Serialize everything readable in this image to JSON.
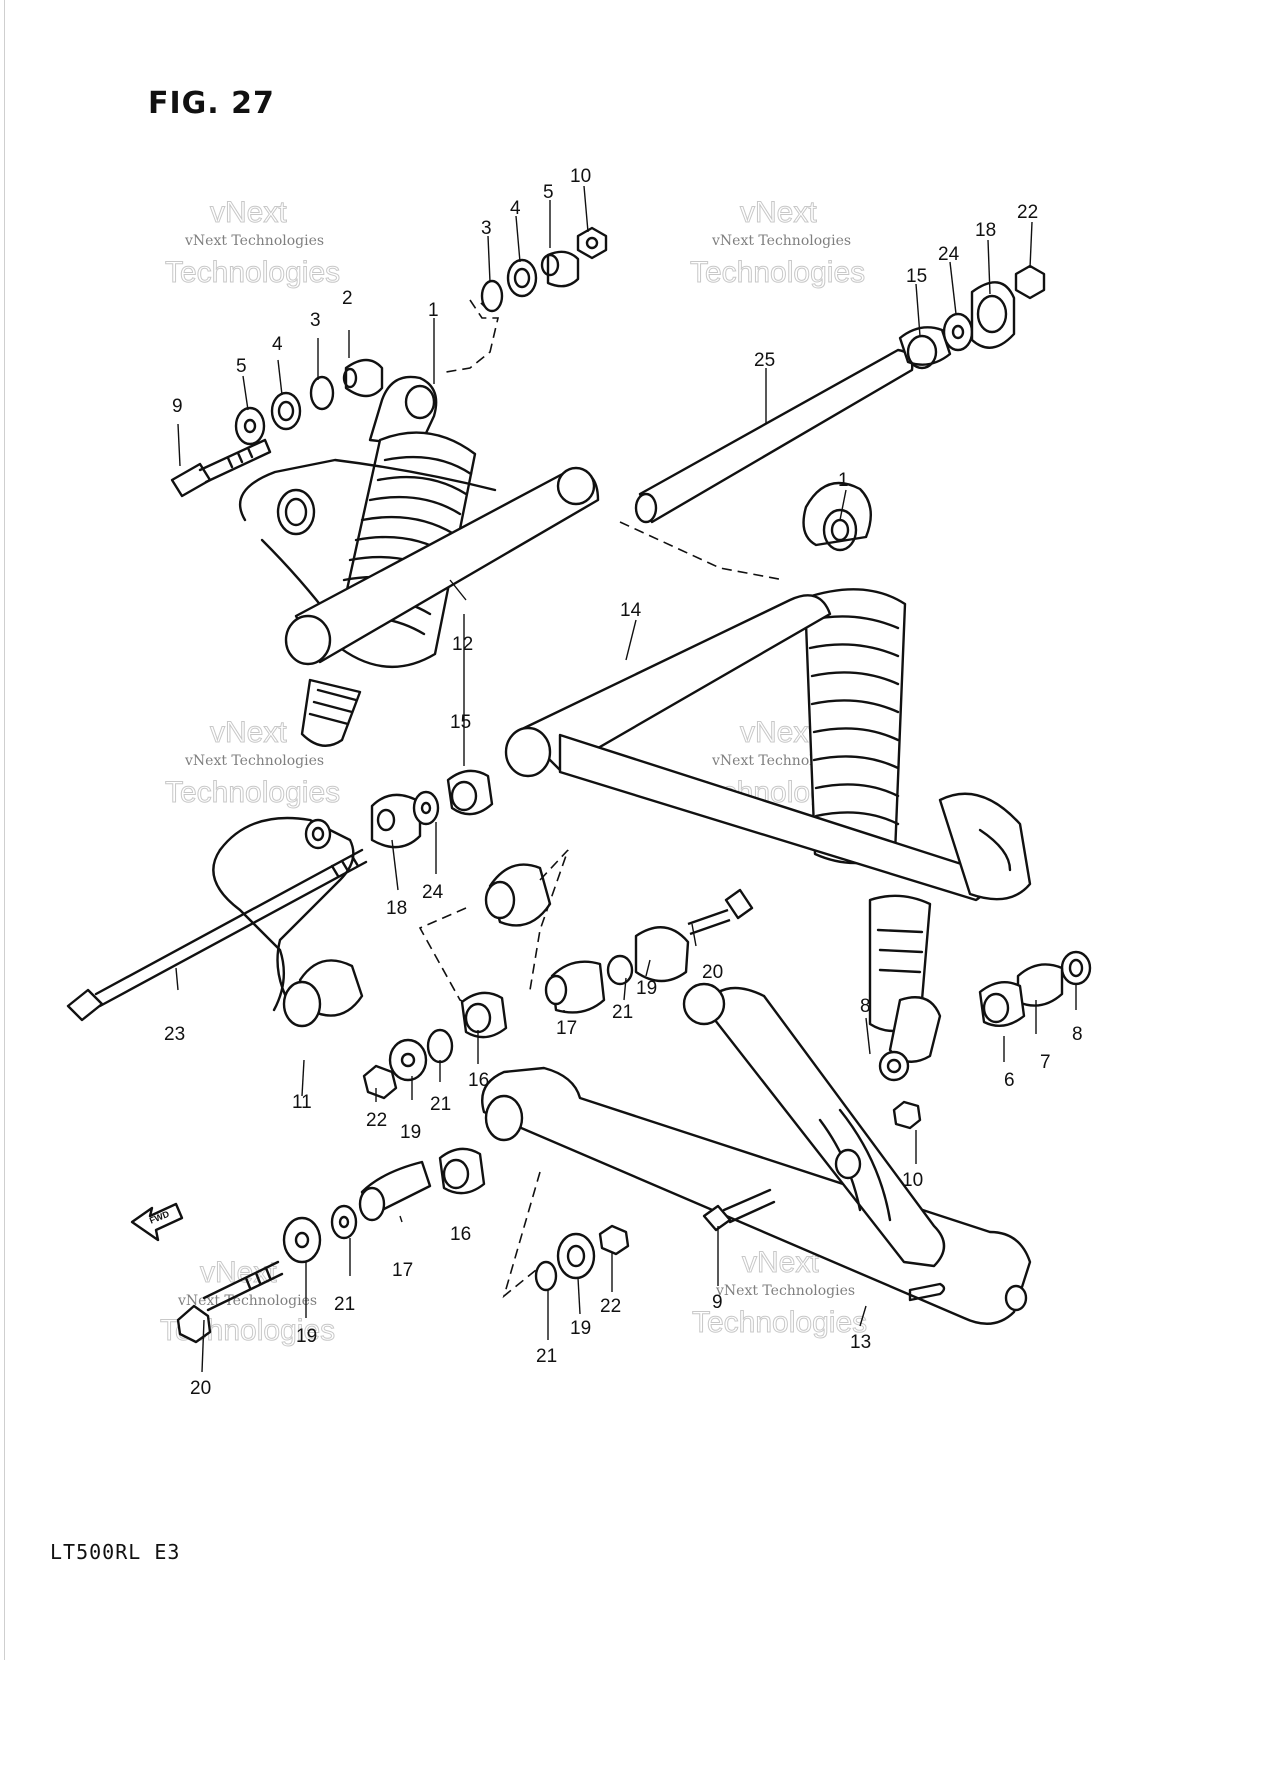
{
  "figure_title": "FIG. 27",
  "model_code": "LT500RL  E3",
  "fwd_badge": "FWD",
  "watermark": {
    "line1": "vNext Technologies",
    "line2": "vNext",
    "line3": "Technologies"
  },
  "callouts": {
    "c1": "1",
    "c1b": "1",
    "c2": "2",
    "c3": "3",
    "c3b": "3",
    "c4": "4",
    "c4b": "4",
    "c5": "5",
    "c5b": "5",
    "c6": "6",
    "c7": "7",
    "c8": "8",
    "c8b": "8",
    "c9": "9",
    "c9b": "9",
    "c10": "10",
    "c10b": "10",
    "c11": "11",
    "c12": "12",
    "c13": "13",
    "c14": "14",
    "c15": "15",
    "c15b": "15",
    "c16": "16",
    "c16b": "16",
    "c17": "17",
    "c17b": "17",
    "c18": "18",
    "c18b": "18",
    "c19": "19",
    "c19b": "19",
    "c19c": "19",
    "c19d": "19",
    "c20": "20",
    "c20b": "20",
    "c21": "21",
    "c21b": "21",
    "c21c": "21",
    "c21d": "21",
    "c22": "22",
    "c22b": "22",
    "c22c": "22",
    "c23": "23",
    "c24": "24",
    "c24b": "24",
    "c25": "25"
  }
}
